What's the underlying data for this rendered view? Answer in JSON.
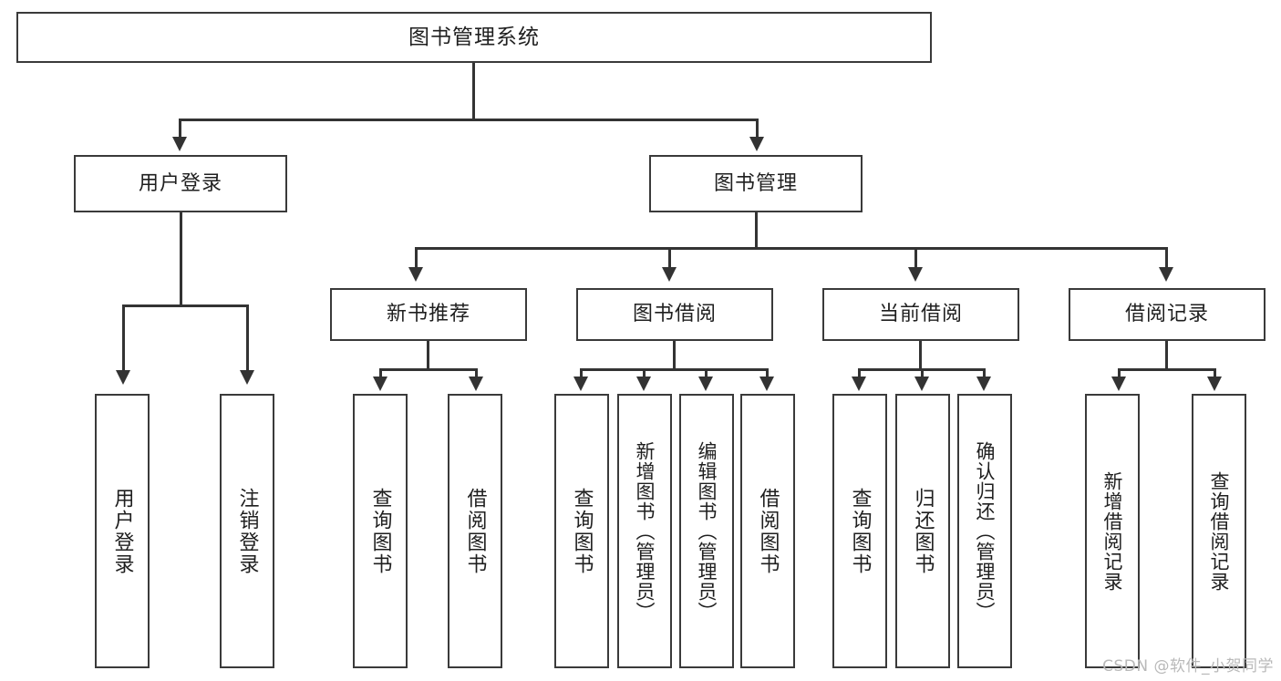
{
  "diagram": {
    "title": "图书管理系统",
    "watermark": "CSDN @软件_小贺同学",
    "line_color": "#333333",
    "box_border_color": "#3a3a3a",
    "background": "#ffffff"
  },
  "nodes": {
    "root": {
      "label": "图书管理系统",
      "level": 1
    },
    "level2": [
      {
        "label": "用户登录"
      },
      {
        "label": "图书管理"
      }
    ],
    "level3": [
      {
        "label": "新书推荐"
      },
      {
        "label": "图书借阅"
      },
      {
        "label": "当前借阅"
      },
      {
        "label": "借阅记录"
      }
    ],
    "leaves": {
      "user_login": [
        {
          "label": "用户登录"
        },
        {
          "label": "注销登录"
        }
      ],
      "new_book": [
        {
          "label": "查询图书"
        },
        {
          "label": "借阅图书"
        }
      ],
      "book_borrow": [
        {
          "label": "查询图书"
        },
        {
          "label": "新增图书（管理员）"
        },
        {
          "label": "编辑图书（管理员）"
        },
        {
          "label": "借阅图书"
        }
      ],
      "current_borrow": [
        {
          "label": "查询图书"
        },
        {
          "label": "归还图书"
        },
        {
          "label": "确认归还（管理员）"
        }
      ],
      "borrow_record": [
        {
          "label": "新增借阅记录"
        },
        {
          "label": "查询借阅记录"
        }
      ]
    }
  }
}
